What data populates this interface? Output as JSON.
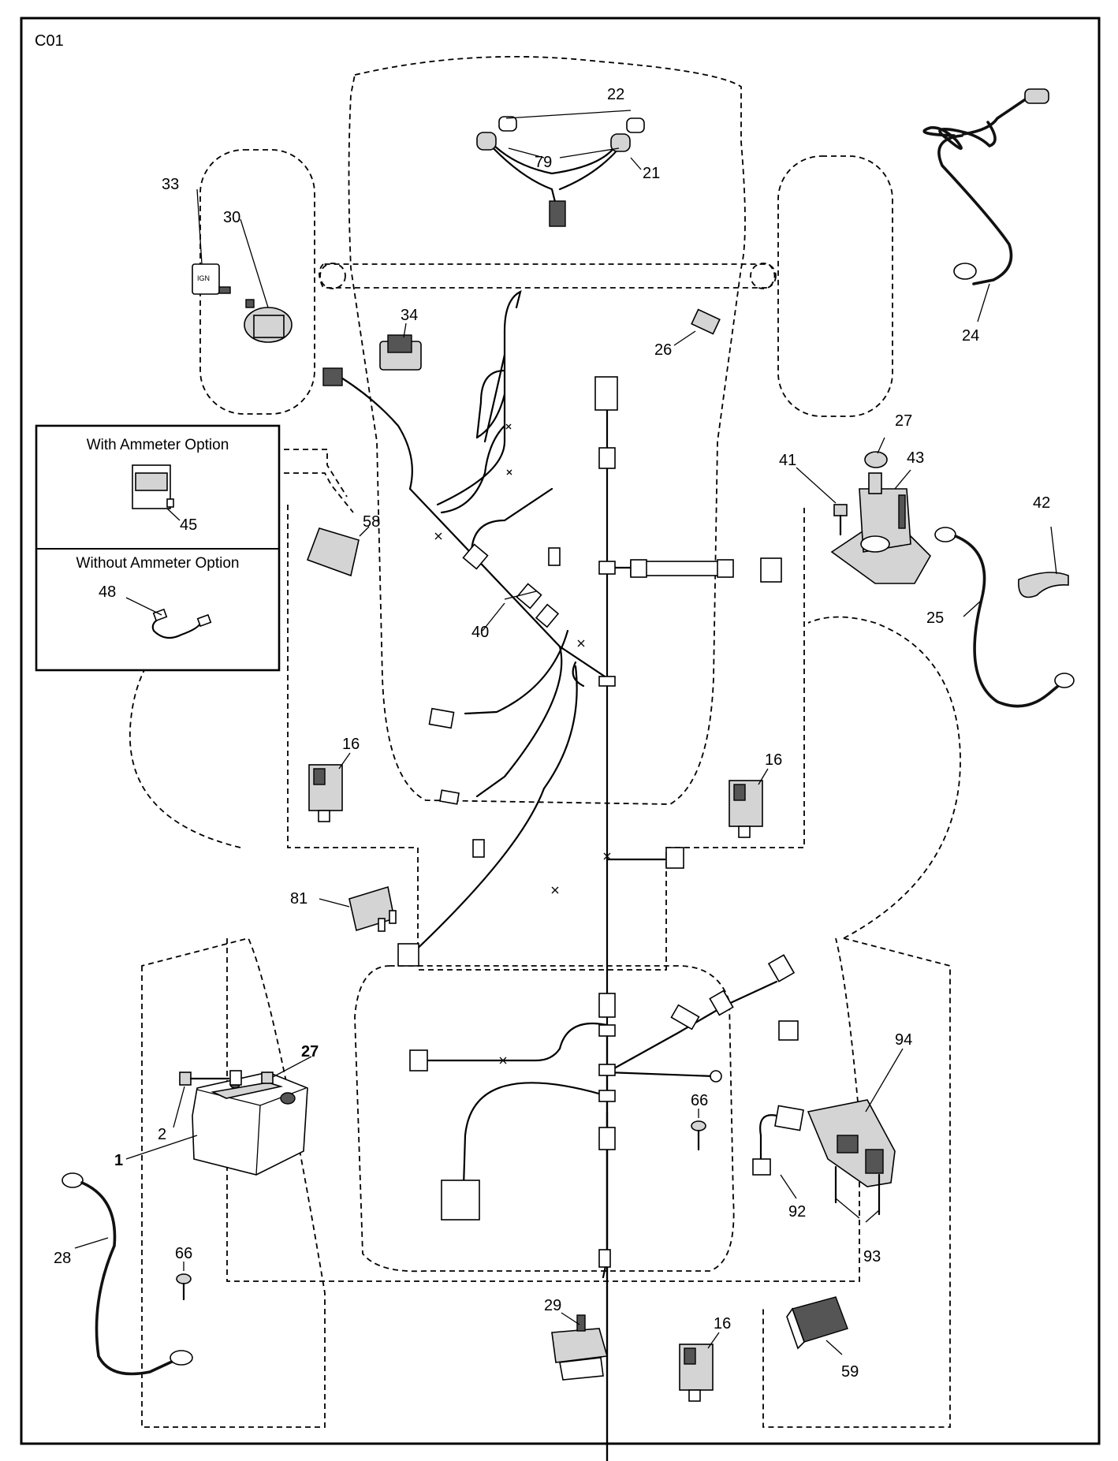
{
  "page_code": "C01",
  "options": {
    "with_ammeter": "With Ammeter Option",
    "without_ammeter": "Without Ammeter Option"
  },
  "callouts": [
    "1",
    "2",
    "16",
    "21",
    "22",
    "24",
    "25",
    "26",
    "27",
    "28",
    "29",
    "30",
    "33",
    "34",
    "40",
    "41",
    "42",
    "43",
    "45",
    "48",
    "58",
    "59",
    "66",
    "79",
    "81",
    "92",
    "93",
    "94"
  ],
  "colors": {
    "line": "#000000",
    "part_fill": "#d4d4d4",
    "background": "#ffffff"
  },
  "icons": [
    "battery-icon",
    "ignition-switch-icon",
    "key-icon",
    "rocker-switch-icon",
    "fuse-icon",
    "relay-icon",
    "solenoid-icon",
    "ammeter-icon",
    "interlock-switch-icon",
    "pto-switch-icon",
    "module-icon",
    "bolt-icon",
    "nut-icon",
    "battery-cable-icon",
    "terminal-boot-icon",
    "headlight-harness-icon"
  ]
}
